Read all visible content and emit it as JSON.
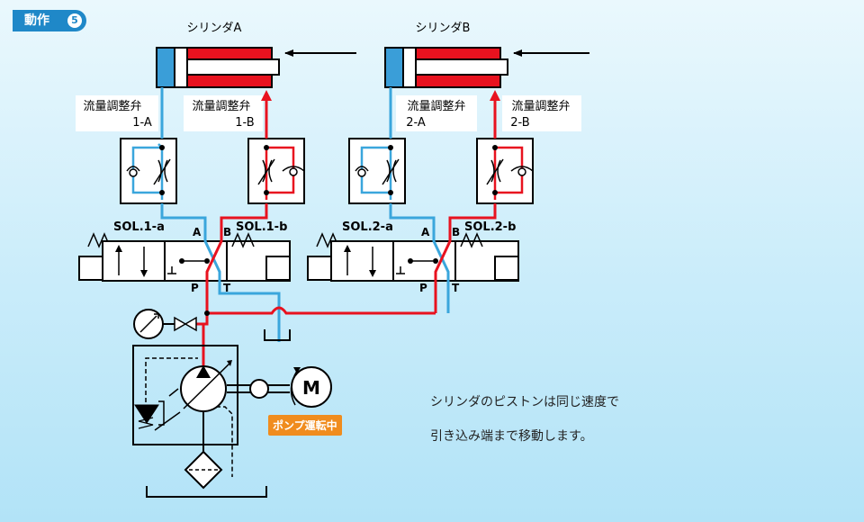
{
  "header": {
    "label": "動作",
    "step": "5"
  },
  "cylinders": {
    "a": "シリンダA",
    "b": "シリンダB"
  },
  "flow_valves": [
    {
      "name": "流量調整弁",
      "id": "1-A"
    },
    {
      "name": "流量調整弁",
      "id": "1-B"
    },
    {
      "name": "流量調整弁",
      "id": "2-A"
    },
    {
      "name": "流量調整弁",
      "id": "2-B"
    }
  ],
  "solenoids": {
    "s1a": "SOL.1-a",
    "s1b": "SOL.1-b",
    "s2a": "SOL.2-a",
    "s2b": "SOL.2-b"
  },
  "ports": {
    "a": "A",
    "b": "B",
    "p": "P",
    "t": "T"
  },
  "motor": "M",
  "pump_status": "ポンプ運転中",
  "description": [
    "シリンダのピストンは同じ速度で",
    "引き込み端まで移動します。"
  ],
  "colors": {
    "pressure": "#e8121f",
    "return": "#3aa6dc",
    "cylinder_body": "#e8121f",
    "piston": "#3a9ed8",
    "badge": "#1f88c8",
    "status": "#f08c1e"
  }
}
